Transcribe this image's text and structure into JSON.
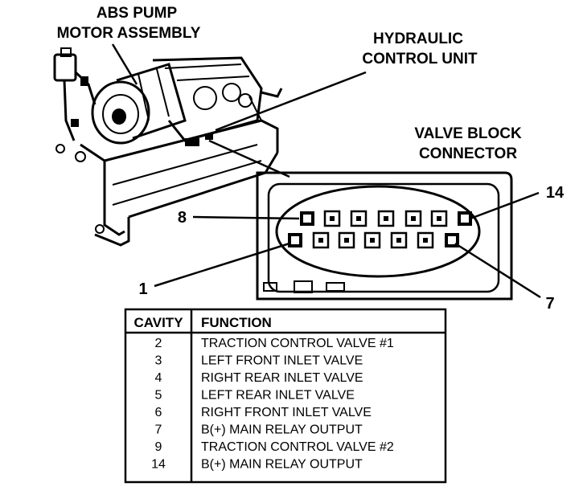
{
  "labels": {
    "pump_line1": "ABS PUMP",
    "pump_line2": "MOTOR ASSEMBLY",
    "hcu_line1": "HYDRAULIC",
    "hcu_line2": "CONTROL UNIT",
    "vbc_line1": "VALVE BLOCK",
    "vbc_line2": "CONNECTOR"
  },
  "pin_callouts": {
    "top_left": "8",
    "top_right": "14",
    "bottom_left": "1",
    "bottom_right": "7"
  },
  "table": {
    "headers": {
      "cavity": "CAVITY",
      "function": "FUNCTION"
    },
    "rows": [
      {
        "cavity": "2",
        "function": "TRACTION CONTROL VALVE #1"
      },
      {
        "cavity": "3",
        "function": "LEFT FRONT INLET VALVE"
      },
      {
        "cavity": "4",
        "function": "RIGHT REAR INLET VALVE"
      },
      {
        "cavity": "5",
        "function": "LEFT REAR INLET VALVE"
      },
      {
        "cavity": "6",
        "function": "RIGHT FRONT INLET VALVE"
      },
      {
        "cavity": "7",
        "function": "B(+) MAIN RELAY OUTPUT"
      },
      {
        "cavity": "9",
        "function": "TRACTION CONTROL VALVE #2"
      },
      {
        "cavity": "14",
        "function": "B(+) MAIN RELAY OUTPUT"
      }
    ]
  }
}
